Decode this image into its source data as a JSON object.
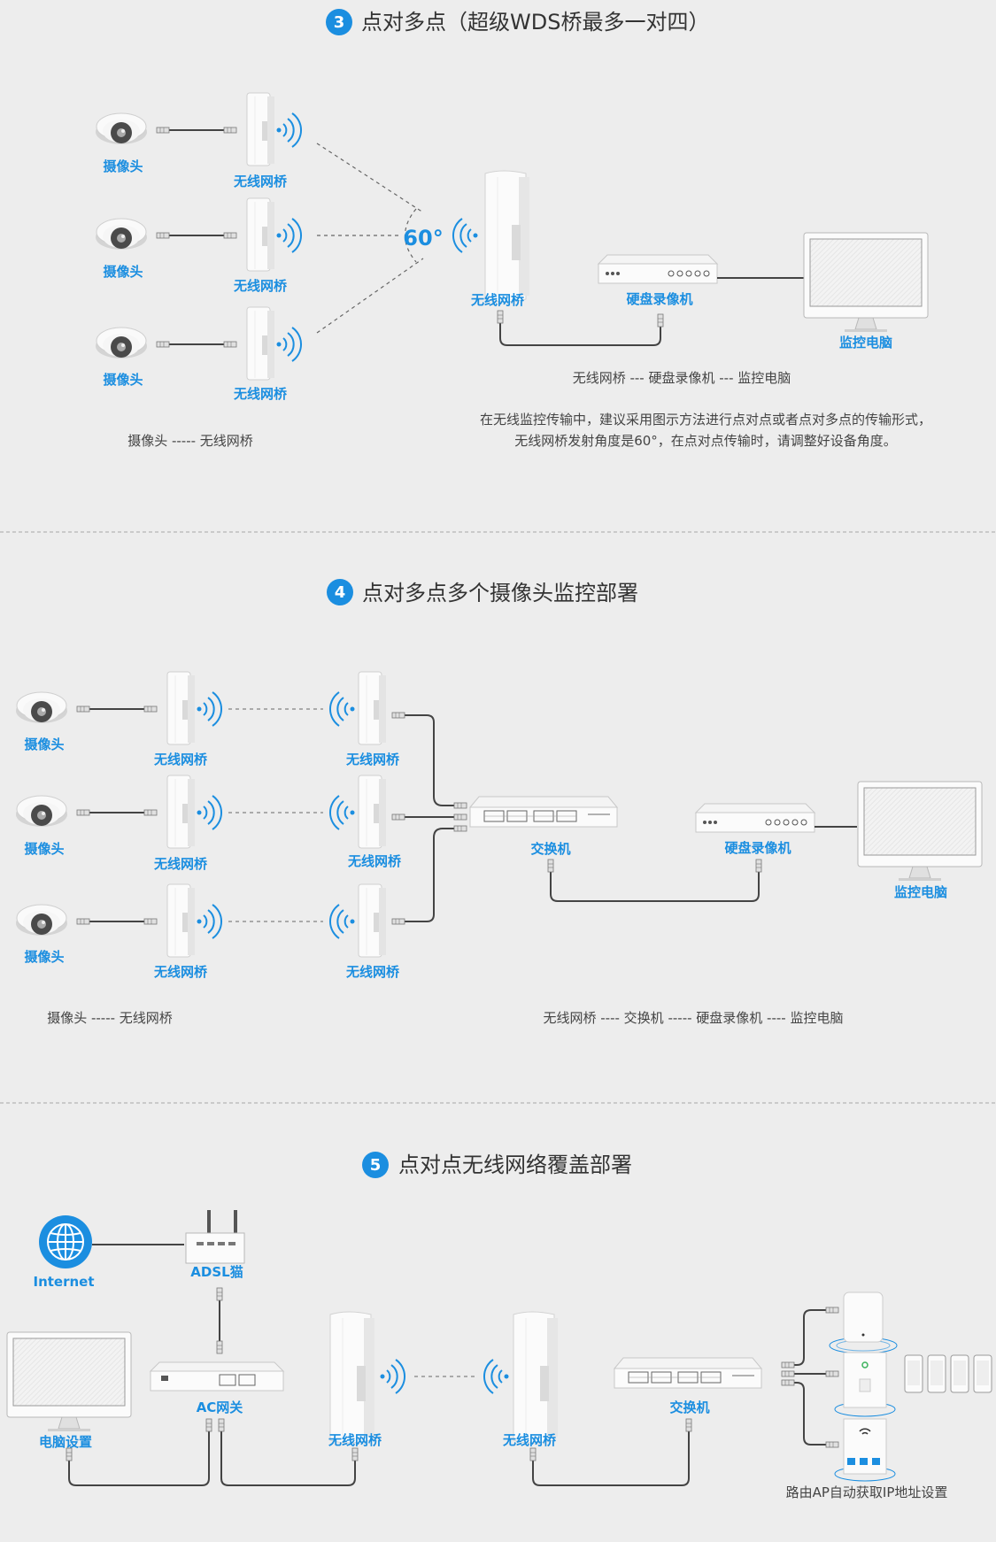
{
  "colors": {
    "accent": "#1b8ee0",
    "background": "#ededed",
    "line": "#555555",
    "device": "#fafafa"
  },
  "section3": {
    "number": "3",
    "title": "点对多点（超级WDS桥最多一对四）",
    "camera_label": "摄像头",
    "bridge_label": "无线网桥",
    "angle": "60°",
    "nvr_label": "硬盘录像机",
    "pc_label": "监控电脑",
    "chain_left": "摄像头 ----- 无线网桥",
    "chain_right": "无线网桥 --- 硬盘录像机  --- 监控电脑",
    "desc_line1": "在无线监控传输中，建议采用图示方法进行点对点或者点对多点的传输形式，",
    "desc_line2": "无线网桥发射角度是60°，在点对点传输时，请调整好设备角度。"
  },
  "section4": {
    "number": "4",
    "title": "点对多点多个摄像头监控部署",
    "camera_label": "摄像头",
    "bridge_label": "无线网桥",
    "switch_label": "交换机",
    "nvr_label": "硬盘录像机",
    "pc_label": "监控电脑",
    "chain_left": "摄像头 -----  无线网桥",
    "chain_right": "无线网桥 ---- 交换机 ----- 硬盘录像机 ---- 监控电脑"
  },
  "section5": {
    "number": "5",
    "title": "点对点无线网络覆盖部署",
    "internet_label": "Internet",
    "modem_label": "ADSL猫",
    "ac_label": "AC网关",
    "pc_label": "电脑设置",
    "bridge_label": "无线网桥",
    "switch_label": "交换机",
    "ap_caption": "路由AP自动获取IP地址设置"
  }
}
